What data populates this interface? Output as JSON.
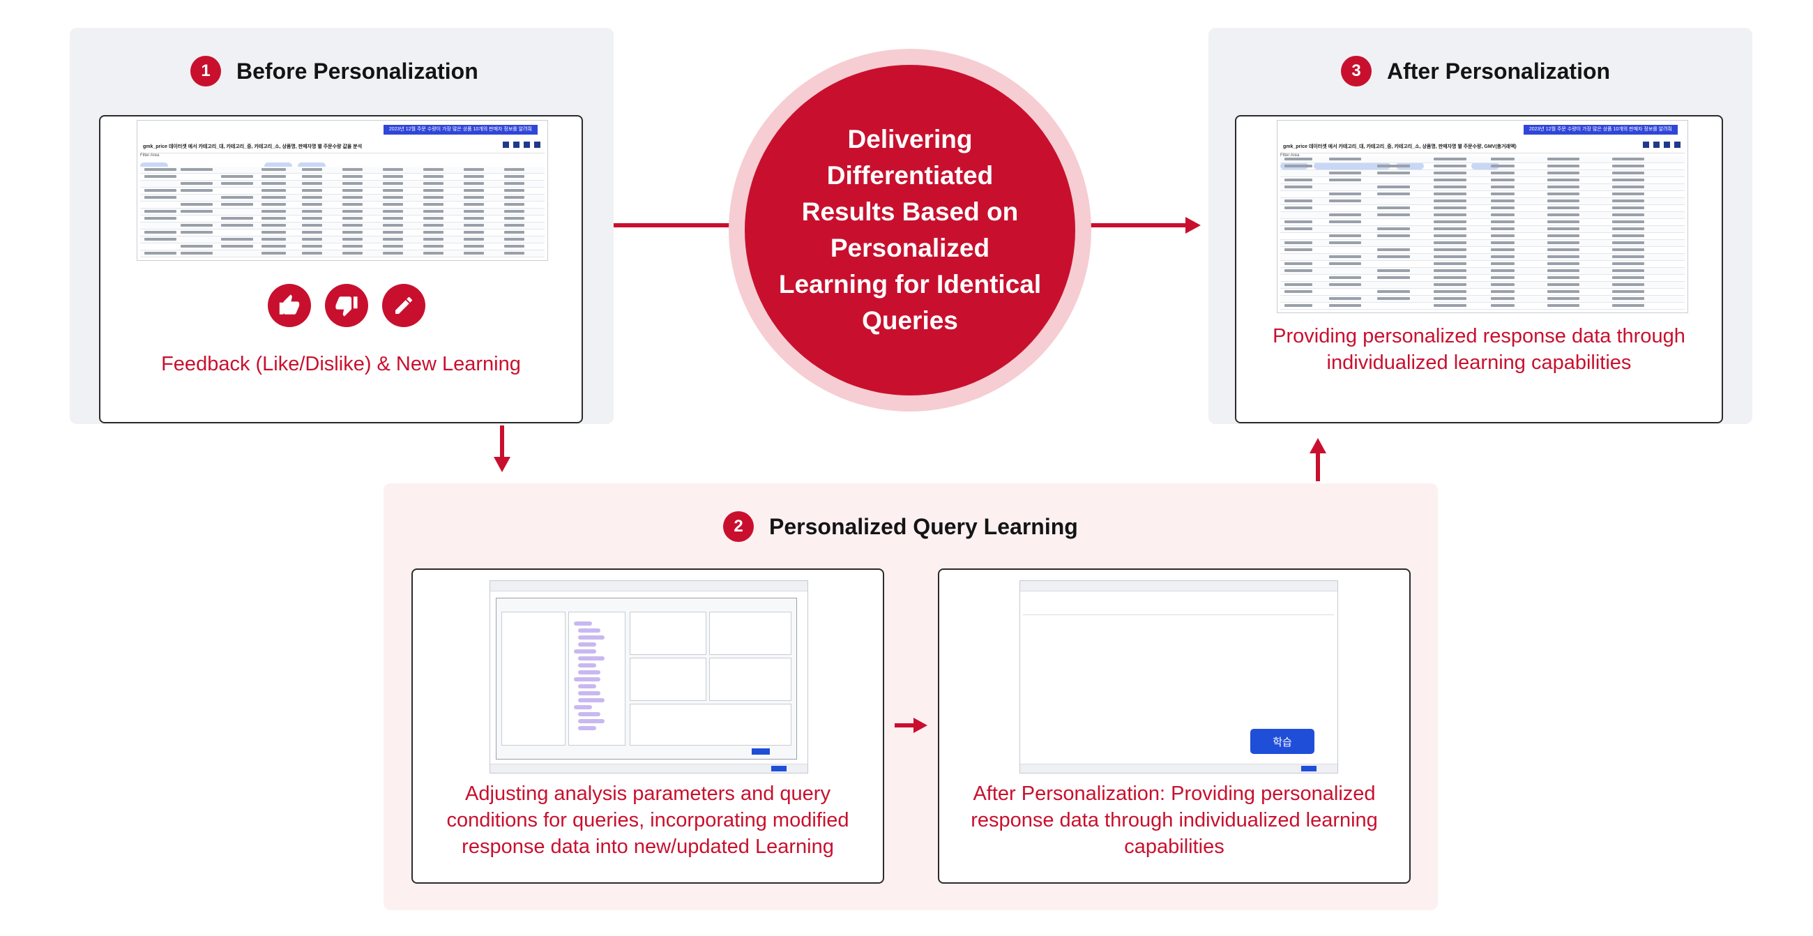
{
  "step1": {
    "number": "1",
    "title": "Before Personalization",
    "caption": "Feedback (Like/Dislike) & New Learning"
  },
  "step2": {
    "number": "2",
    "title": "Personalized Query Learning"
  },
  "step3": {
    "number": "3",
    "title": "After Personalization",
    "caption_line1": "Providing personalized response data through",
    "caption_line2": "individualized learning capabilities"
  },
  "center": {
    "lines": [
      "Delivering",
      "Differentiated",
      "Results Based on",
      "Personalized",
      "Learning for Identical",
      "Queries"
    ]
  },
  "card_left": {
    "caption_line1": "Adjusting analysis parameters and query",
    "caption_line2": "conditions for queries, incorporating modified",
    "caption_line3": "response data into new/updated Learning"
  },
  "card_right": {
    "caption_line1": "After Personalization: Providing personalized",
    "caption_line2": "response data through individualized learning",
    "caption_line3": "capabilities",
    "learn_button": "학습"
  },
  "screenshot": {
    "query_button": "2023년 12월 주문 수량이 가장 많은 상품 10개의 판매자 정보를 알려줘",
    "title_before": "gmk_price 데이터셋 에서 카테고리_대, 카테고리_중, 카테고리_소, 상품명, 판매자명 별 주문수량 값을 분석",
    "title_after": "gmk_price 데이터셋 에서 카테고리_대, 카테고리_중, 카테고리_소, 상품명, 판매자명 별 주문수량, GMV(총거래액)",
    "filter_label": "Filter Area"
  },
  "colors": {
    "accent": "#c8102e",
    "halo": "#f6cdd2",
    "panel_gray": "#f0f1f4",
    "panel_pink": "#fdf0f1",
    "learn_button": "#1f4ed8"
  },
  "icons": [
    "thumbs-up-icon",
    "thumbs-down-icon",
    "pencil-icon"
  ]
}
